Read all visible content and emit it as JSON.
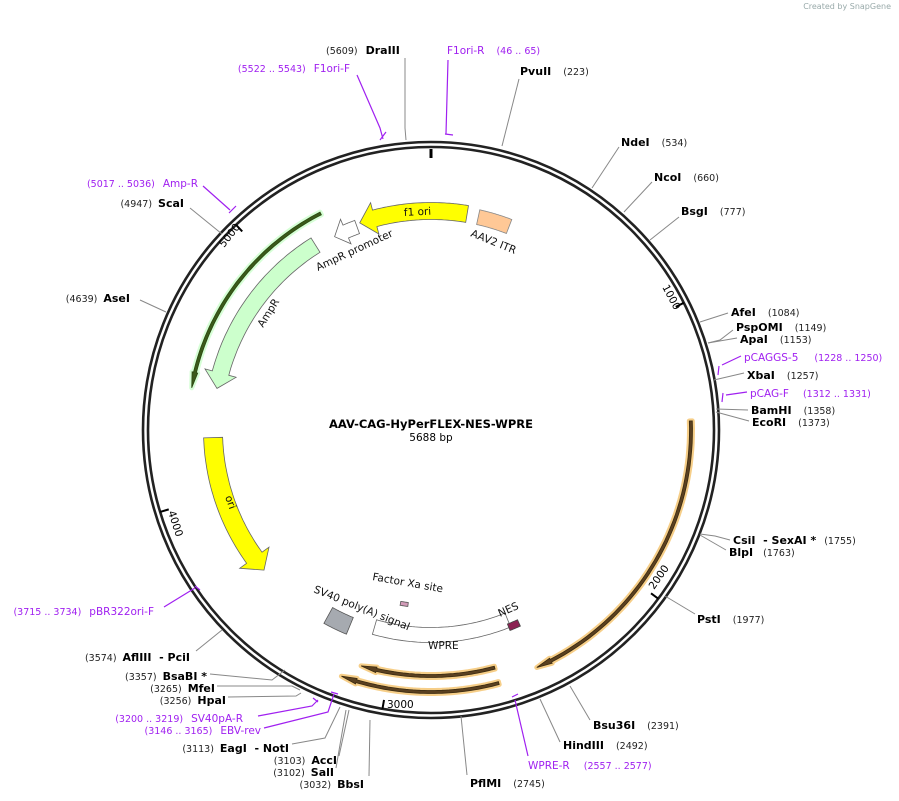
{
  "credit": "Created by SnapGene",
  "plasmid": {
    "name": "AAV-CAG-HyPerFLEX-NES-WPRE",
    "length": "5688 bp",
    "total_bp": 5688
  },
  "colors": {
    "primer": "#a020f0",
    "f1_ori": "#ffff00",
    "ori": "#ffff00",
    "aav2_itr": "#ffc896",
    "ampr": "#ccffcc",
    "sv40": "#a6aab0",
    "factor_xa": "#d29bb8",
    "nes": "#8b2252",
    "highlight": "#f5c36b"
  },
  "enzymes": [
    {
      "name": "DraIII",
      "position": "(5609)"
    },
    {
      "name": "PvuII",
      "position": "(223)"
    },
    {
      "name": "NdeI",
      "position": "(534)"
    },
    {
      "name": "NcoI",
      "position": "(660)"
    },
    {
      "name": "BsgI",
      "position": "(777)"
    },
    {
      "name": "AfeI",
      "position": "(1084)"
    },
    {
      "name": "PspOMI",
      "position": "(1149)"
    },
    {
      "name": "ApaI",
      "position": "(1153)"
    },
    {
      "name": "XbaI",
      "position": "(1257)"
    },
    {
      "name": "BamHI",
      "position": "(1358)"
    },
    {
      "name": "EcoRI",
      "position": "(1373)"
    },
    {
      "name": "CsiI  - SexAI *",
      "position": "(1755)"
    },
    {
      "name": "BlpI",
      "position": "(1763)"
    },
    {
      "name": "PstI",
      "position": "(1977)"
    },
    {
      "name": "Bsu36I",
      "position": "(2391)"
    },
    {
      "name": "HindIII",
      "position": "(2492)"
    },
    {
      "name": "PflMI",
      "position": "(2745)"
    },
    {
      "name": "BbsI",
      "position": "(3032)"
    },
    {
      "name": "SalI",
      "position": "(3102)"
    },
    {
      "name": "AccI",
      "position": "(3103)"
    },
    {
      "name": "EagI  - NotI",
      "position": "(3113)"
    },
    {
      "name": "HpaI",
      "position": "(3256)"
    },
    {
      "name": "MfeI",
      "position": "(3265)"
    },
    {
      "name": "BsaBI *",
      "position": "(3357)"
    },
    {
      "name": "AflIII  - PciI",
      "position": "(3574)"
    },
    {
      "name": "AseI",
      "position": "(4639)"
    },
    {
      "name": "ScaI",
      "position": "(4947)"
    }
  ],
  "primers": [
    {
      "name": "F1ori-R",
      "range": "(46 .. 65)"
    },
    {
      "name": "F1ori-F",
      "range": "(5522 .. 5543)"
    },
    {
      "name": "pCAGGS-5",
      "range": "(1228 .. 1250)"
    },
    {
      "name": "pCAG-F",
      "range": "(1312 .. 1331)"
    },
    {
      "name": "WPRE-R",
      "range": "(2557 .. 2577)"
    },
    {
      "name": "EBV-rev",
      "range": "(3146 .. 3165)"
    },
    {
      "name": "SV40pA-R",
      "range": "(3200 .. 3219)"
    },
    {
      "name": "pBR322ori-F",
      "range": "(3715 .. 3734)"
    },
    {
      "name": "Amp-R",
      "range": "(5017 .. 5036)"
    }
  ],
  "features": {
    "f1_ori": "f1 ori",
    "aav2_itr": "AAV2 ITR",
    "ampr_promoter": "AmpR promoter",
    "ampr": "AmpR",
    "ori": "ori",
    "factor_xa": "Factor Xa site",
    "sv40": "SV40 poly(A) signal",
    "wpre": "WPRE",
    "nes": "NES"
  },
  "ticks": [
    "1000",
    "2000",
    "3000",
    "4000",
    "5000"
  ]
}
